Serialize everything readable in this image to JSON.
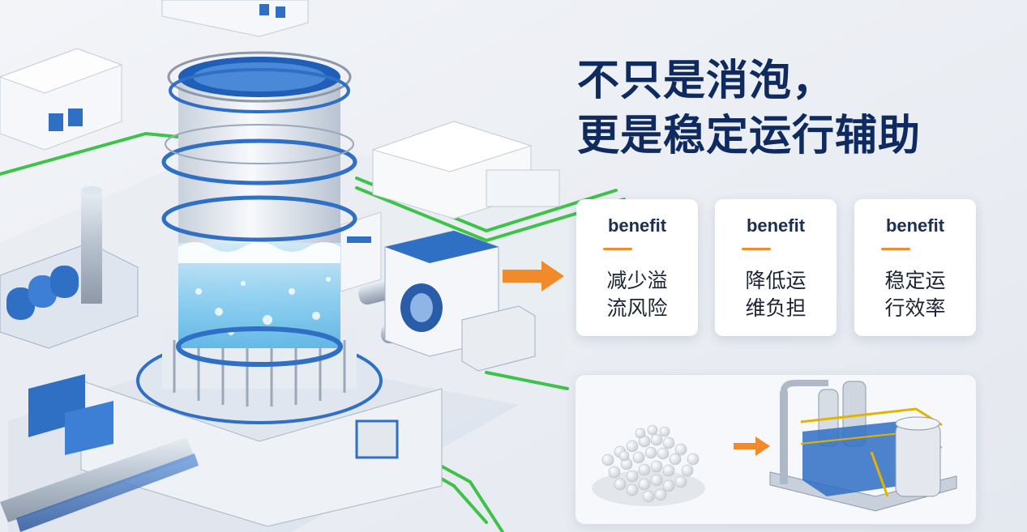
{
  "headline": {
    "line1": "不只是消泡，",
    "line2": "更是稳定运行辅助"
  },
  "benefits": [
    {
      "tag": "benefit",
      "line1": "减少溢",
      "line2": "流风险"
    },
    {
      "tag": "benefit",
      "line1": "降低运",
      "line2": "维负担"
    },
    {
      "tag": "benefit",
      "line1": "稳定运",
      "line2": "行效率"
    }
  ],
  "colors": {
    "headline": "#0f2a5f",
    "accent_orange": "#f08a2a",
    "pipe_green": "#3fc24a",
    "equipment_blue": "#2f6fc4"
  },
  "icons": {
    "arrow_to_benefits": "arrow-right-icon",
    "arrow_to_equipment": "arrow-right-icon"
  }
}
